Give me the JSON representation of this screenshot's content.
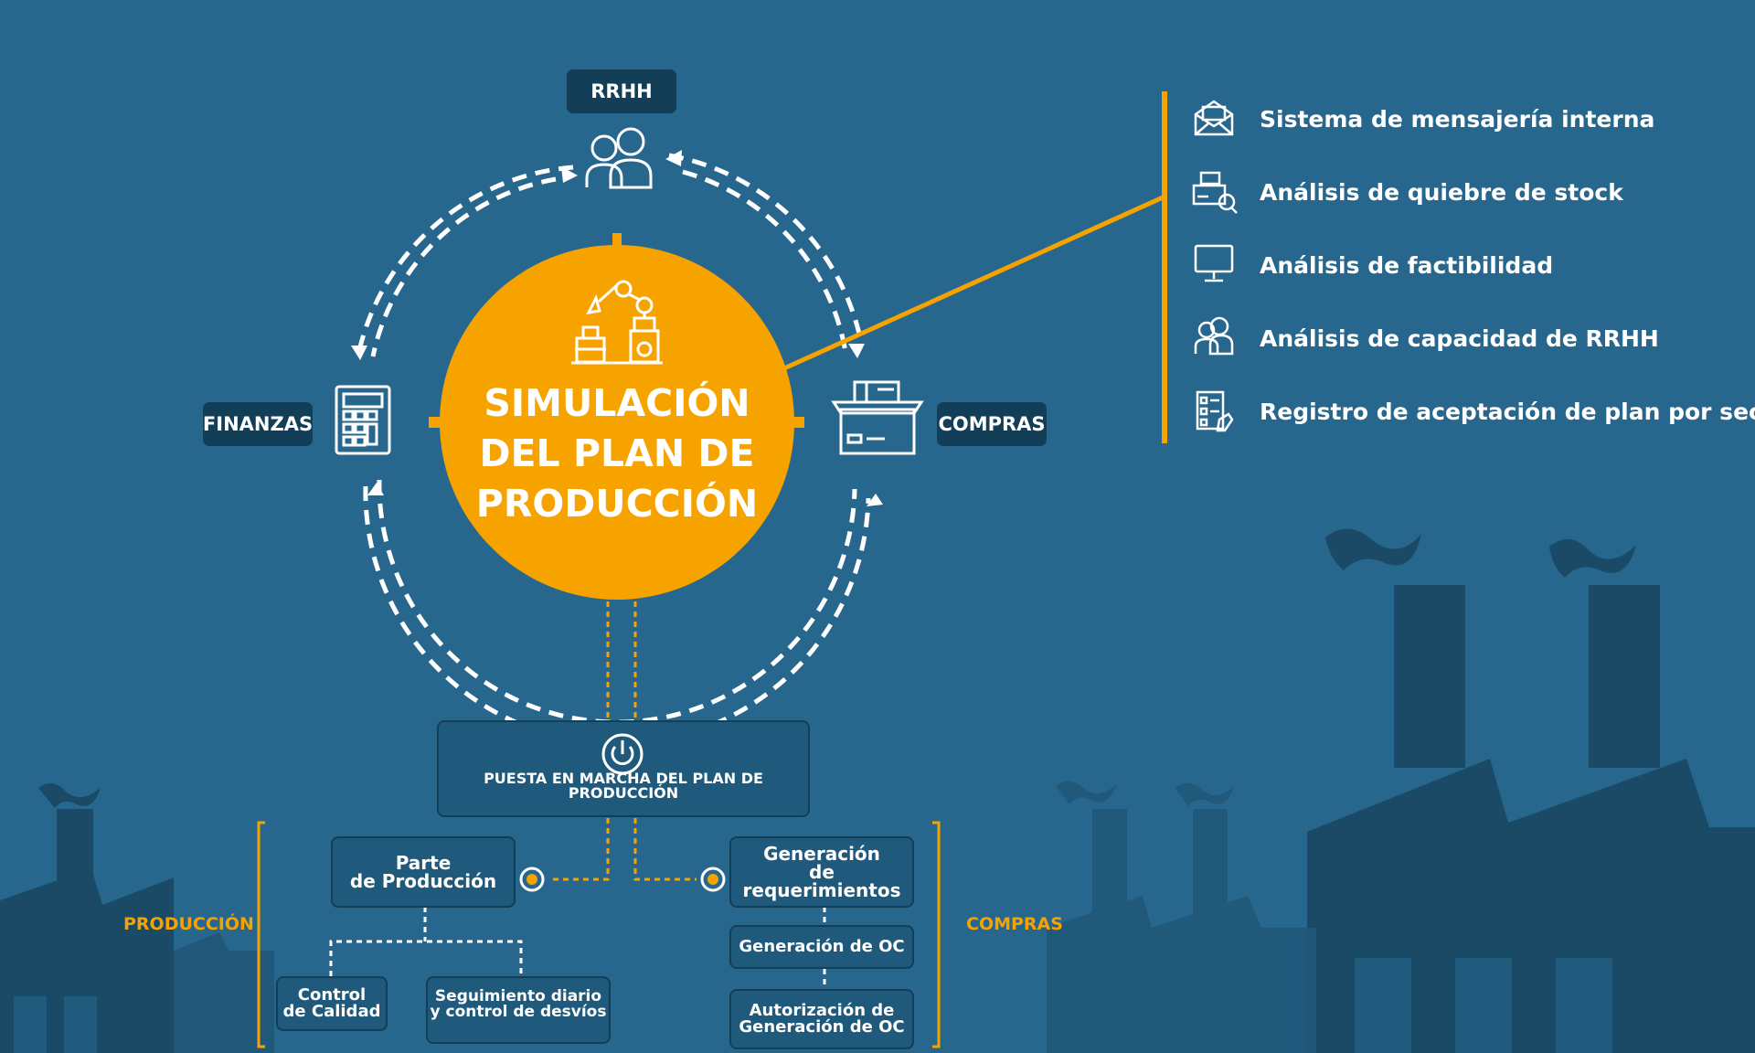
{
  "title": {
    "line1": "SIMULACIÓN",
    "line2": "DEL PLAN DE",
    "line3": "PRODUCCIÓN"
  },
  "nodes": {
    "rrhh": "RRHH",
    "finanzas": "FINANZAS",
    "compras": "COMPRAS"
  },
  "features": [
    {
      "label": "Sistema de mensajería interna",
      "icon": "envelope-icon"
    },
    {
      "label": "Análisis de quiebre de stock",
      "icon": "stock-search-icon"
    },
    {
      "label": "Análisis de factibilidad",
      "icon": "monitor-icon"
    },
    {
      "label": "Análisis de capacidad de RRHH",
      "icon": "users-icon"
    },
    {
      "label": "Registro de aceptación de plan por sector",
      "icon": "checklist-icon"
    }
  ],
  "launch": {
    "label": "PUESTA EN MARCHA DEL PLAN DE PRODUCCIÓN",
    "icon": "power-icon"
  },
  "production": {
    "section_label": "PRODUCCIÓN",
    "parte": {
      "line1": "Parte",
      "line2": "de Producción"
    },
    "control": {
      "line1": "Control",
      "line2": "de Calidad"
    },
    "seguimiento": {
      "line1": "Seguimiento diario",
      "line2": "y control de desvíos"
    }
  },
  "purchases": {
    "section_label": "COMPRAS",
    "generacion": {
      "line1": "Generación",
      "line2": "de requerimientos"
    },
    "oc": "Generación de OC",
    "autorizacion": {
      "line1": "Autorización de",
      "line2": "Generación de OC"
    }
  },
  "colors": {
    "background": "#27678e",
    "accent": "#f6a300",
    "dark": "#123e58",
    "box": "#1f5a7d"
  }
}
